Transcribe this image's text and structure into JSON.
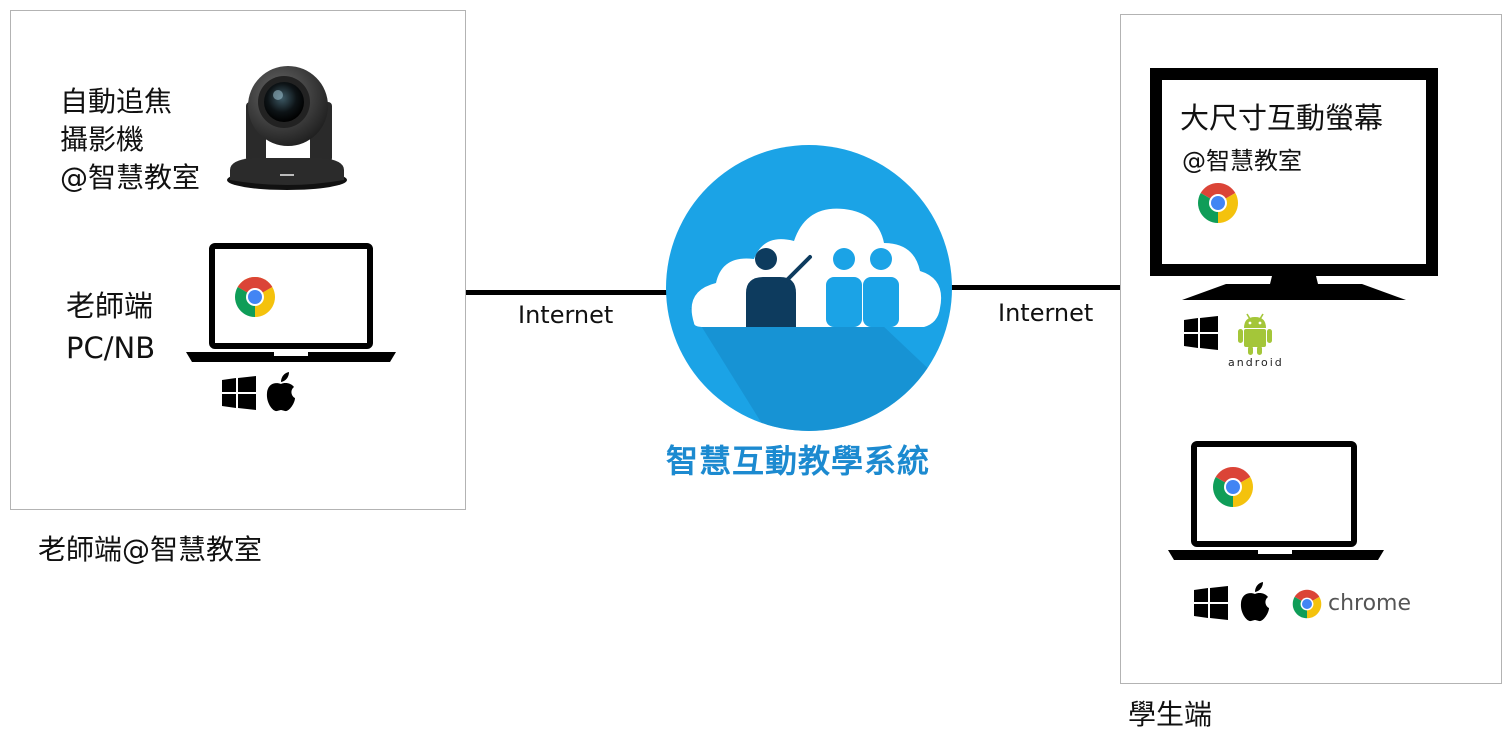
{
  "teacher": {
    "camera_label": [
      "自動追焦",
      "攝影機",
      "@智慧教室"
    ],
    "pc_label": [
      "老師端",
      "PC/NB"
    ],
    "caption": "老師端@智慧教室",
    "os_icons": [
      "windows-icon",
      "apple-icon"
    ]
  },
  "center": {
    "link_left": "Internet",
    "link_right": "Internet",
    "system_title": "智慧互動教學系統",
    "title_color": "#1c8ad0",
    "circle_color": "#1ba3e6"
  },
  "student": {
    "screen_label": [
      "大尺寸互動螢幕",
      "@智慧教室"
    ],
    "screen_os_icons": [
      "windows-icon",
      "android-icon"
    ],
    "android_wordmark": "android",
    "laptop_os_icons": [
      "windows-icon",
      "apple-icon",
      "chrome-icon"
    ],
    "chrome_wordmark": "chrome",
    "caption": "學生端"
  },
  "colors": {
    "android_green": "#a4c639",
    "border": "#b3b3b3"
  }
}
